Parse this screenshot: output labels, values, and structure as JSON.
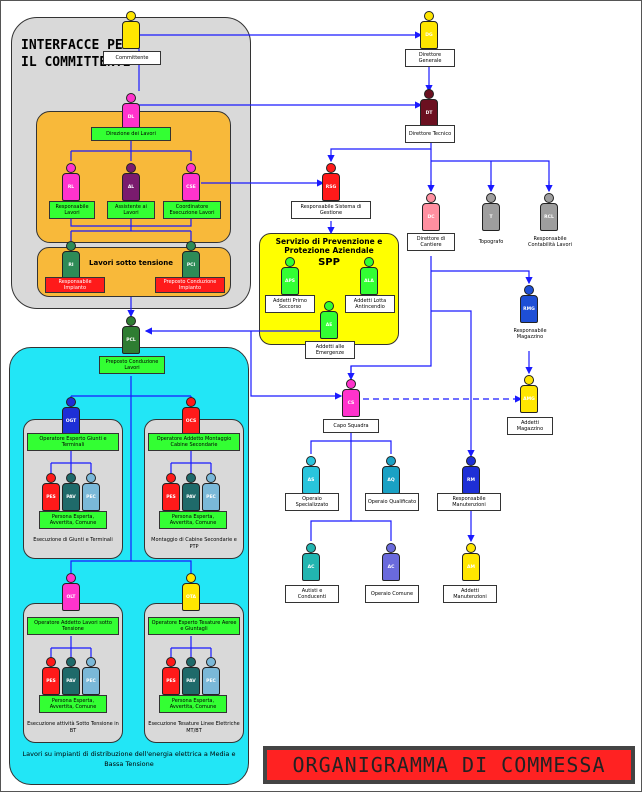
{
  "title": "ORGANIGRAMMA DI COMMESSA",
  "committente_title": "INTERFACCE PER IL COMMITTENTE",
  "lavori_sotto_tensione": "Lavori sotto tensione",
  "spp_title": "Servizio di Prevenzione e Protezione Aziendale",
  "spp_name": "SPP",
  "cyan_footer": "Lavori su impianti di distribuzione dell'energia elettrica a Media e Bassa Tensione",
  "colors": {
    "committente_bg": "#d9d9d9",
    "dl_bg": "#f8b93a",
    "spp_bg": "#ffff00",
    "cyan_bg": "#22e6f6",
    "green": "#33ff33",
    "red": "#ff1a1a",
    "title_bg": "#ff2222"
  },
  "people": {
    "committente": {
      "code": "",
      "label": "Committente",
      "color": "#ffe600"
    },
    "dl": {
      "code": "DL",
      "color": "#ff33cc"
    },
    "rl": {
      "code": "RL",
      "color": "#ff33cc"
    },
    "al": {
      "code": "AL",
      "color": "#7a1b6e"
    },
    "cse": {
      "code": "CSE",
      "color": "#ff33cc"
    },
    "ri": {
      "code": "RI",
      "color": "#2e8b57"
    },
    "pci_top": {
      "code": "PCI",
      "color": "#2e8b57"
    },
    "dg": {
      "code": "DG",
      "color": "#ffe600",
      "label": "Direttore Generale"
    },
    "dt": {
      "code": "DT",
      "color": "#6b1020",
      "label": "Direttore Tecnico"
    },
    "rsg": {
      "code": "RSG",
      "color": "#ff1a1a"
    },
    "dc": {
      "code": "DC",
      "color": "#ff8fa0",
      "label": "Direttore di Cantiere"
    },
    "t": {
      "code": "T",
      "color": "#9e9e9e",
      "label": "Topografo"
    },
    "rcl": {
      "code": "RCL",
      "color": "#9e9e9e",
      "label": "Responsabile Contabilità Lavori"
    },
    "aps": {
      "code": "APS",
      "color": "#33ff33",
      "label": "Addetti Primo Soccorso"
    },
    "ala": {
      "code": "ALA",
      "color": "#33ff33",
      "label": "Addetti Lotta Antincendio"
    },
    "ae": {
      "code": "AE",
      "color": "#33ff33",
      "label": "Addetti alle Emergenze"
    },
    "pcl": {
      "code": "PCL",
      "color": "#2e7d32"
    },
    "rmg": {
      "code": "RMG",
      "color": "#1e4fd6",
      "label": "Responsabile Magazzino"
    },
    "amg": {
      "code": "AMG",
      "color": "#ffe600",
      "label": "Addetti Magazzino"
    },
    "cs": {
      "code": "CS",
      "color": "#ff33cc",
      "label": "Capo Squadra"
    },
    "as": {
      "code": "AS",
      "color": "#29c4dc",
      "label": "Operaio Specializzato"
    },
    "aq": {
      "code": "AQ",
      "color": "#1aa1c4",
      "label": "Operaio Qualificato"
    },
    "rm": {
      "code": "RM",
      "color": "#1e2fd6",
      "label": "Responsabile Manutenzioni"
    },
    "ac1": {
      "code": "AC",
      "color": "#22b5b0",
      "label": "Autisti e Conducenti"
    },
    "ac2": {
      "code": "AC",
      "color": "#6a6adc",
      "label": "Operaio Comune"
    },
    "am": {
      "code": "AM",
      "color": "#ffe600",
      "label": "Addetti Manutenzioni"
    },
    "ogt": {
      "code": "OGT",
      "color": "#1e2fd6"
    },
    "ocs": {
      "code": "OCS",
      "color": "#ff1a1a"
    },
    "olt": {
      "code": "OLT",
      "color": "#ff33cc"
    },
    "ota": {
      "code": "OTA",
      "color": "#ffe600"
    }
  },
  "boxes": {
    "direzione_lavori": "Direzione dei Lavori",
    "resp_lavori": "Responsabile Lavori",
    "assistente": "Assistente ai Lavori",
    "coordinatore": "Coordinatore Esecuzione Lavori",
    "resp_impianto": "Responsabile Impianto",
    "preposto_impianto": "Preposto Conduzione Impianto",
    "rsg": "Responsabile Sistema di Gestione",
    "preposto_pcl": "Preposto Conduzione Lavori",
    "ogt": "Operatore Esperto Giunti e Terminali",
    "ocs": "Operatore Addetto Montaggio Cabine Secondarie",
    "olt": "Operatore Addetto Lavori sotto Tensione",
    "ota": "Operatore Esperto Tesature Aeree e Giuntagli",
    "persona": "Persona Esperta, Avvertita, Comune"
  },
  "sub_captions": {
    "s1": "Esecuzione di Giunti e Terminali",
    "s2": "Montaggio di Cabine Secondarie e PTP",
    "s3": "Esecuzione attività Sotto Tensione in BT",
    "s4": "Esecuzione Tesature Linee Elettriche MT/BT"
  },
  "trio": {
    "pes": "PES",
    "pav": "PAV",
    "pec": "PEC",
    "pes_color": "#ff1a1a",
    "pav_color": "#1f6a6a",
    "pec_color": "#7ab8d8"
  }
}
